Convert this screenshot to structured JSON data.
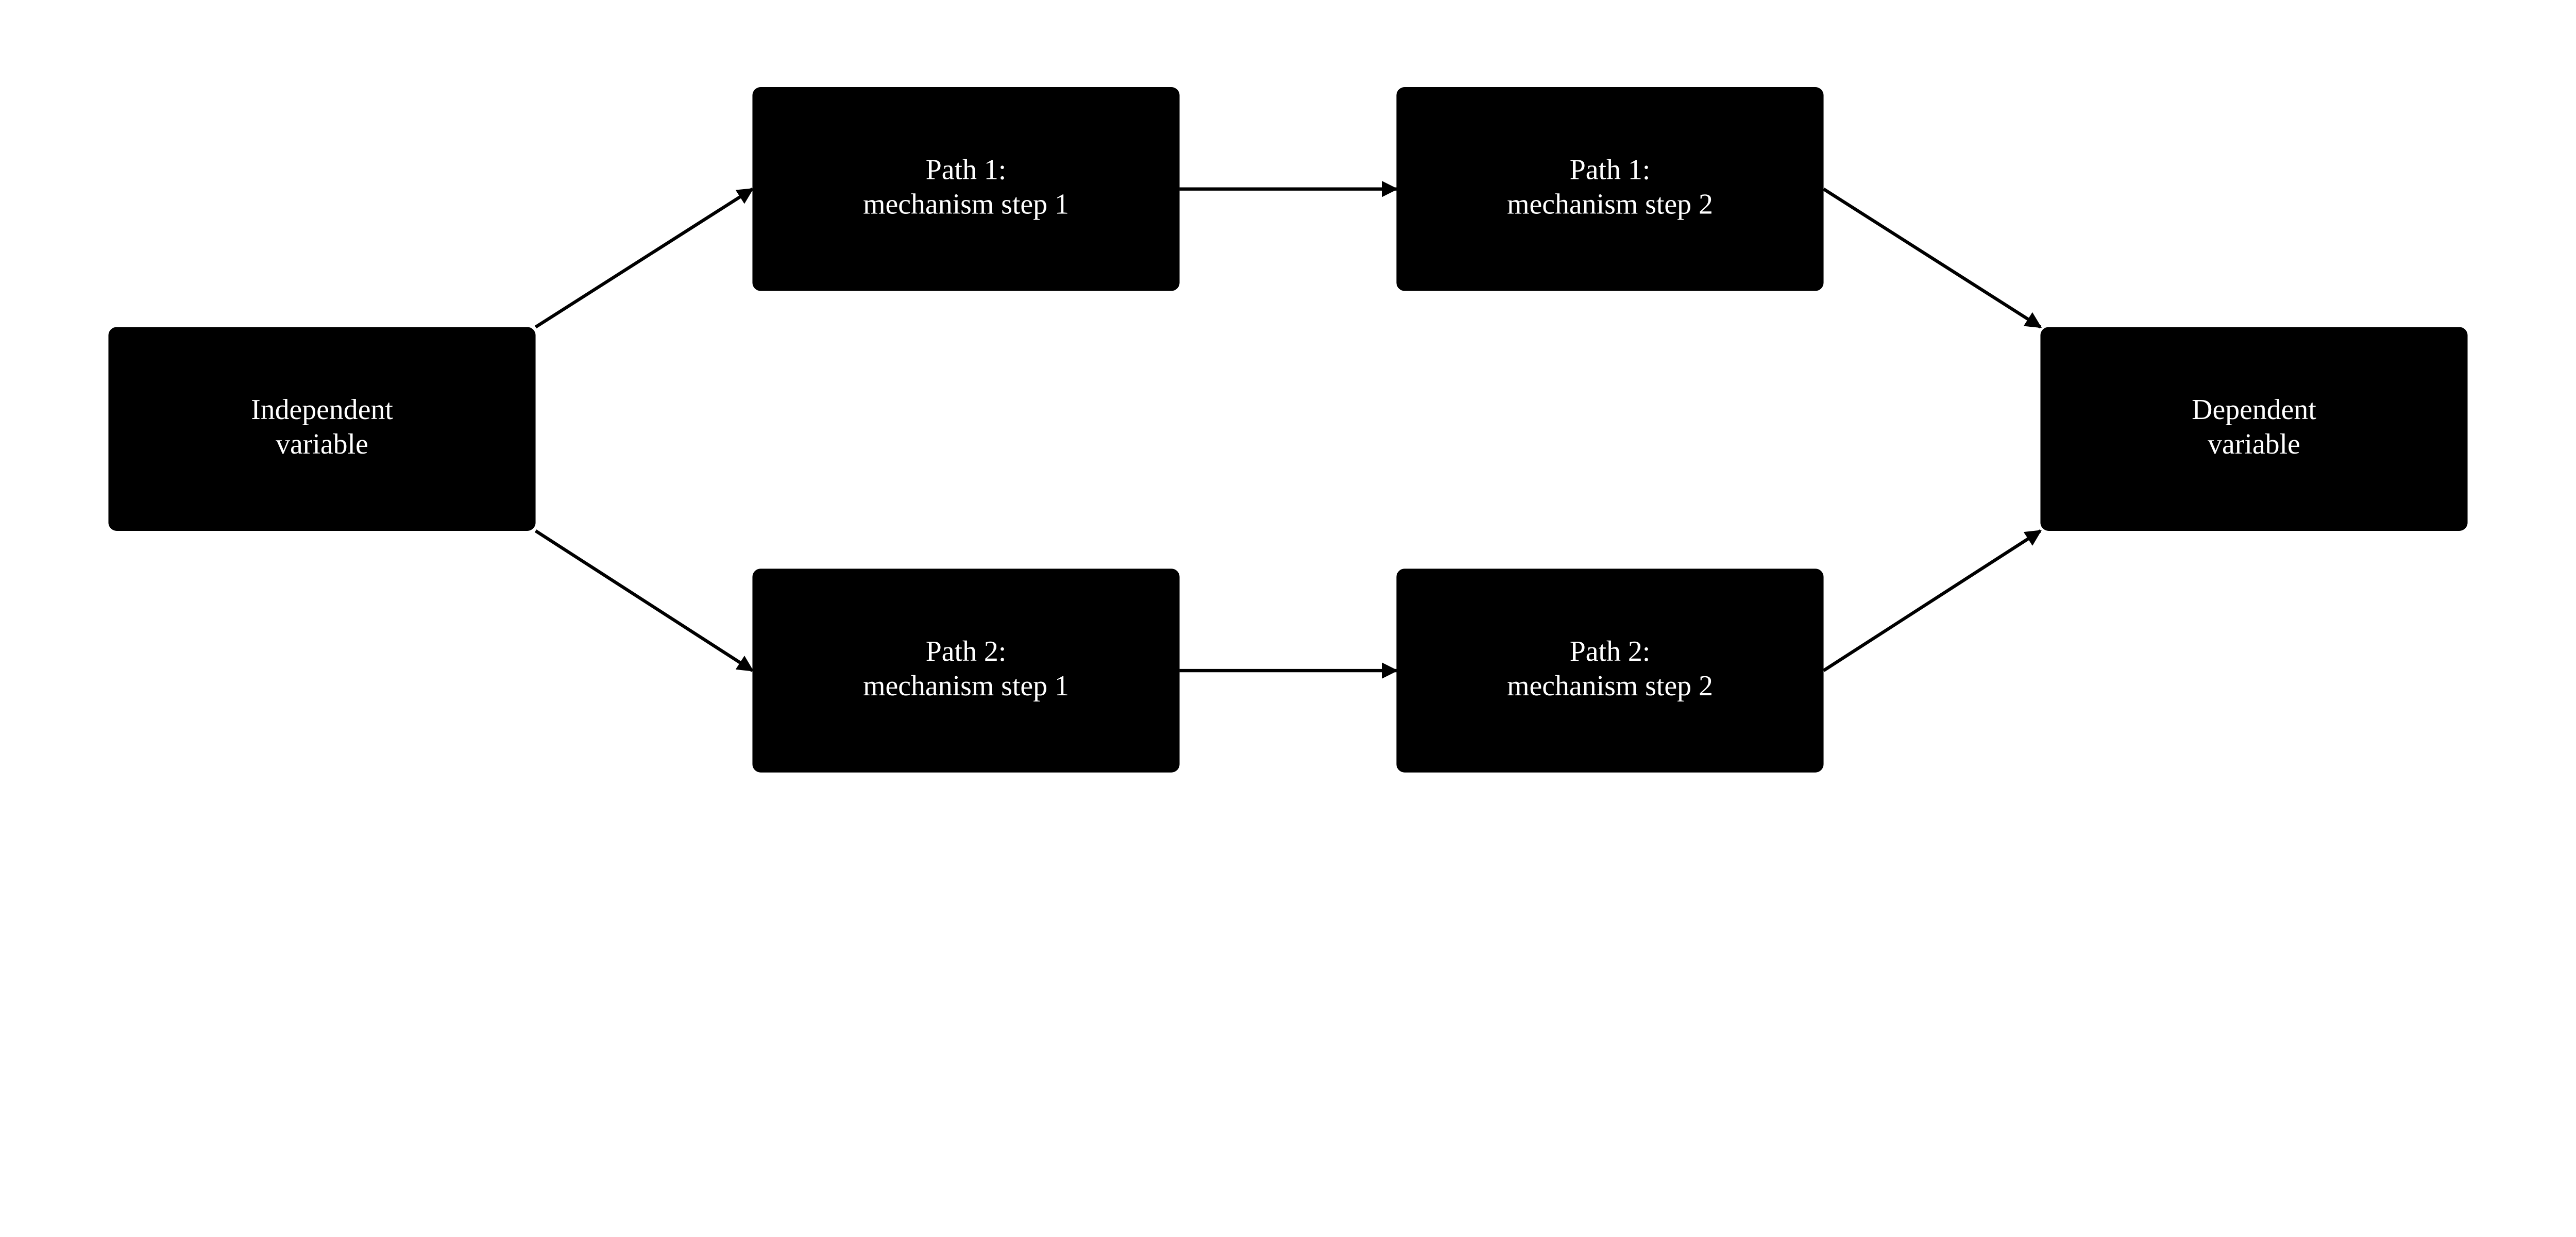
{
  "colors": {
    "node_fill": "#000000",
    "node_text": "#ffffff",
    "edge": "#000000",
    "background": "#ffffff"
  },
  "nodes": [
    {
      "id": "iv",
      "lines": [
        "Independent",
        "variable"
      ]
    },
    {
      "id": "p1s1",
      "lines": [
        "Path 1:",
        "mechanism step 1"
      ]
    },
    {
      "id": "p1s2",
      "lines": [
        "Path 1:",
        "mechanism step 2"
      ]
    },
    {
      "id": "p2s1",
      "lines": [
        "Path 2:",
        "mechanism step 1"
      ]
    },
    {
      "id": "p2s2",
      "lines": [
        "Path 2:",
        "mechanism step 2"
      ]
    },
    {
      "id": "dv",
      "lines": [
        "Dependent",
        "variable"
      ]
    }
  ],
  "edges": [
    {
      "from": "iv",
      "to": "p1s1"
    },
    {
      "from": "p1s1",
      "to": "p1s2"
    },
    {
      "from": "p1s2",
      "to": "dv"
    },
    {
      "from": "iv",
      "to": "p2s1"
    },
    {
      "from": "p2s1",
      "to": "p2s2"
    },
    {
      "from": "p2s2",
      "to": "dv"
    }
  ]
}
